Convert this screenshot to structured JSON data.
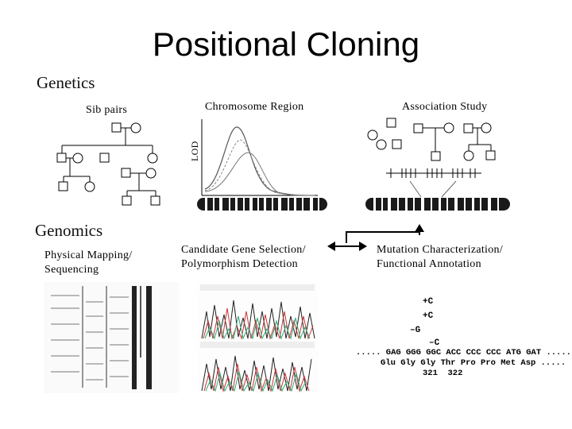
{
  "title": "Positional Cloning",
  "sections": {
    "genetics": "Genetics",
    "genomics": "Genomics"
  },
  "panels": {
    "sib_pairs": "Sib pairs",
    "chromosome_region": "Chromosome Region",
    "lod_axis": "LOD",
    "association_study": "Association Study",
    "physical_mapping": [
      "Physical Mapping/",
      "Sequencing"
    ],
    "candidate_gene": [
      "Candidate Gene Selection/",
      "Polymorphism Detection"
    ],
    "mutation_characterization": [
      "Mutation Characterization/",
      "Functional Annotation"
    ]
  },
  "sequence_panel": {
    "annotations": [
      "+C",
      "+C",
      "–G",
      "–C"
    ],
    "dna_row": "..... GAG GGG GGC ACC CCC CCC ATG GAT .....",
    "protein_row": "Glu Gly Gly Thr Pro Pro Met Asp .....",
    "positions": "321  322"
  },
  "colors": {
    "text": "#000000",
    "chromosome_band": "#1a1a1a"
  }
}
